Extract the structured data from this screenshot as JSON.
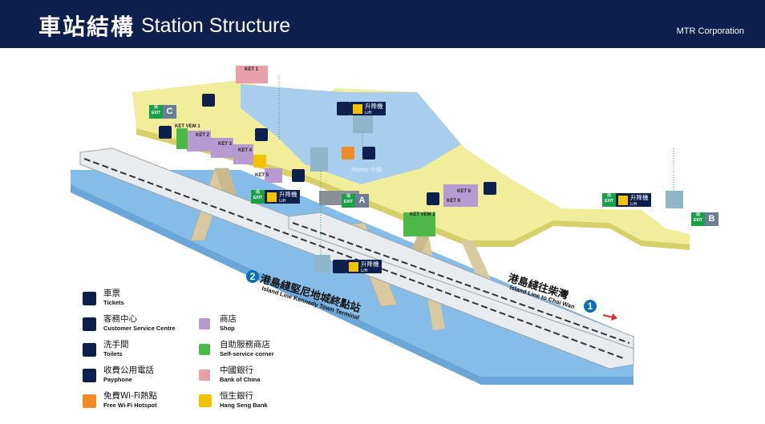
{
  "header": {
    "title_zh": "車站結構",
    "title_en": "Station Structure",
    "operator": "MTR Corporation"
  },
  "shops": [
    "KET 1",
    "KET 2",
    "KET 3",
    "KET 4",
    "KET 5",
    "KET 6",
    "KET 8"
  ],
  "vending": {
    "vem1": "KET VEM 1",
    "vem2": "KET VEM 2"
  },
  "exits": {
    "c": "C",
    "a": "A",
    "b": "B"
  },
  "exit_icon_text": "出 EXIT",
  "lift": {
    "zh": "升降機",
    "en": "Lift"
  },
  "lines": {
    "line1": {
      "number": "1",
      "zh": "港島綫往柴灣",
      "en": "Island Line to Chai Wan"
    },
    "line2": {
      "number": "2",
      "zh": "港島綫堅尼地城終點站",
      "en": "Island Line Kennedy Town Terminal"
    }
  },
  "watermark": "Photos 今情",
  "legend": [
    {
      "zh": "車票",
      "en": "Tickets",
      "icon": "ticket-icon"
    },
    {
      "zh": "客務中心",
      "en": "Customer Service Centre",
      "icon": "customer-service-icon"
    },
    {
      "zh": "洗手間",
      "en": "Toilets",
      "icon": "toilet-icon"
    },
    {
      "zh": "收費公用電話",
      "en": "Payphone",
      "icon": "payphone-icon"
    },
    {
      "zh": "免費Wi-Fi熱點",
      "en": "Free Wi-Fi Hotspot",
      "icon": "wifi-icon"
    },
    {
      "zh": "商店",
      "en": "Shop",
      "icon": "shop-cube-icon",
      "color": "#b79ad0"
    },
    {
      "zh": "自助服務商店",
      "en": "Self-service corner",
      "icon": "self-service-cube-icon",
      "color": "#4cb848"
    },
    {
      "zh": "中國銀行",
      "en": "Bank of China",
      "icon": "bank-of-china-cube-icon",
      "color": "#e8a0a8"
    },
    {
      "zh": "恒生銀行",
      "en": "Hang Seng Bank",
      "icon": "hang-seng-icon"
    }
  ],
  "colors": {
    "header": "#0c1f4d",
    "concourse": "#f1ed9a",
    "concourse_blue": "#a9cdec",
    "platform": "#86bde8",
    "structure": "#d8c9a0",
    "shop": "#b79ad0",
    "self_service": "#4cb848",
    "bank_of_china": "#e8a0a8",
    "line": "#0a6eb8"
  }
}
